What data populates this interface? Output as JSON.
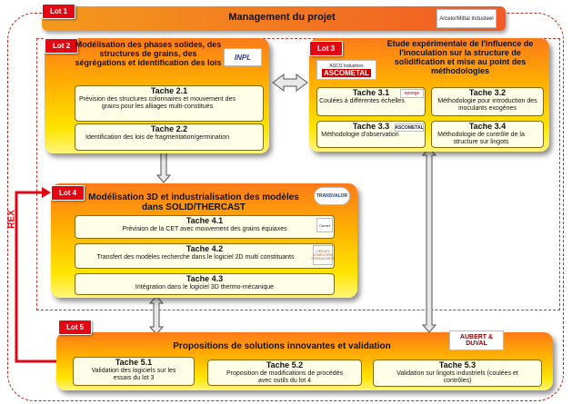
{
  "lots": {
    "lot1": {
      "label": "Lot 1",
      "title": "Management du projet",
      "logo": "ArcelorMittal Industeel"
    },
    "lot2": {
      "label": "Lot 2",
      "title": "Modélisation des phases solides, des structures de grains, des ségrégations et identification des lois",
      "logo": "INPL"
    },
    "lot3": {
      "label": "Lot 3",
      "title": "Etude expérimentale de l'influence de l'inoculation sur la structure de solidification et mise au point des méthodologies",
      "logo_top": "ASCO Industries",
      "logo": "ASCOMETAL"
    },
    "lot4": {
      "label": "Lot 4",
      "title": "Modélisation 3D et industrialisation des modèles dans SOLID/THERCAST",
      "logo": "TRANSVALOR"
    },
    "lot5": {
      "label": "Lot 5",
      "title": "Propositions de solutions innovantes et validation",
      "logo": "AUBERT & DUVAL"
    }
  },
  "tasks": {
    "t21": {
      "title": "Tache 2.1",
      "desc": "Prévision des structures colonnaires et mouvement des grains pour les alliages multi-constitués"
    },
    "t22": {
      "title": "Tache 2.2",
      "desc": "Identification des lois de fragmentation/germination"
    },
    "t31": {
      "title": "Tache 3.1",
      "desc": "Coulées à différentes échelles",
      "logo": "eponge"
    },
    "t32": {
      "title": "Tache 3.2",
      "desc": "Méthodologie pour introduction des inoculants exogènes"
    },
    "t33": {
      "title": "Tache 3.3",
      "desc": "Méthodologie d'observation",
      "logo": "ASCOMETAL"
    },
    "t34": {
      "title": "Tache 3.4",
      "desc": "Méthodologie de contrôle de la structure sur lingots"
    },
    "t41": {
      "title": "Tache 4.1",
      "desc": "Prévision de la CET avec mouvement des grains équiaxes",
      "logo": "Cemef"
    },
    "t42": {
      "title": "Tache 4.2",
      "desc": "Transfert des modèles recherche dans le logiciel 2D multi constituants",
      "logo": "CIENCES COMPUTERS CONSULTANTS"
    },
    "t43": {
      "title": "Tache 4.3",
      "desc": "Intégration dans le logiciel 3D thermo-mécanique"
    },
    "t51": {
      "title": "Tache 5.1",
      "desc": "Validation des logiciels sur les essais du lot 3"
    },
    "t52": {
      "title": "Tache 5.2",
      "desc": "Proposition de modifications de procédés avec outils du lot 4"
    },
    "t53": {
      "title": "Tache 5.3",
      "desc": "Validation sur lingots industriels (coulées et contrôles)"
    }
  },
  "rex_label": "REX"
}
